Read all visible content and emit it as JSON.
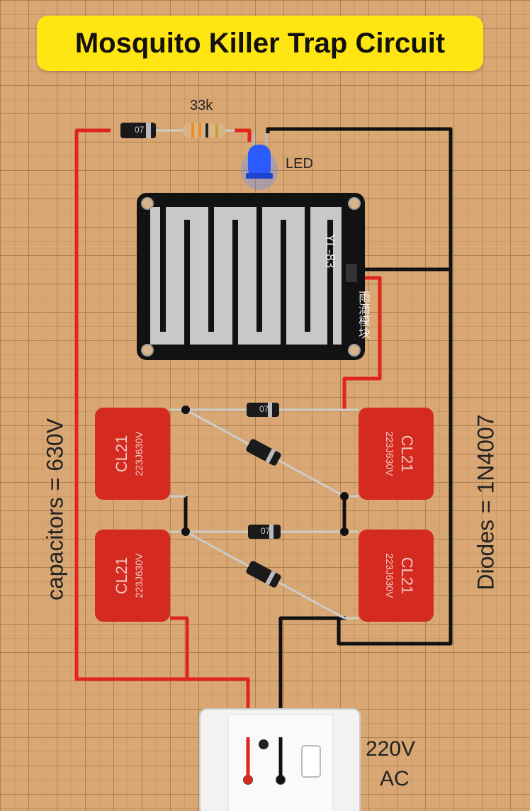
{
  "title": "Mosquito Killer Trap Circuit",
  "resistor_label": "33k",
  "led_label": "LED",
  "sensor": {
    "model": "YL-83",
    "chinese_label": "雨滴模块"
  },
  "diode_marking": "07",
  "capacitor": {
    "line1": "CL21",
    "line2": "223J630V"
  },
  "left_note": "capacitors = 630V",
  "right_note": "Diodes = 1N4007",
  "supply": {
    "line1": "220V",
    "line2": "AC"
  },
  "colors": {
    "live_wire": "#e0261c",
    "neutral_wire": "#111111",
    "capacitor": "#d42a20",
    "title_bg": "#ffe512",
    "led": "#2a5bff"
  }
}
